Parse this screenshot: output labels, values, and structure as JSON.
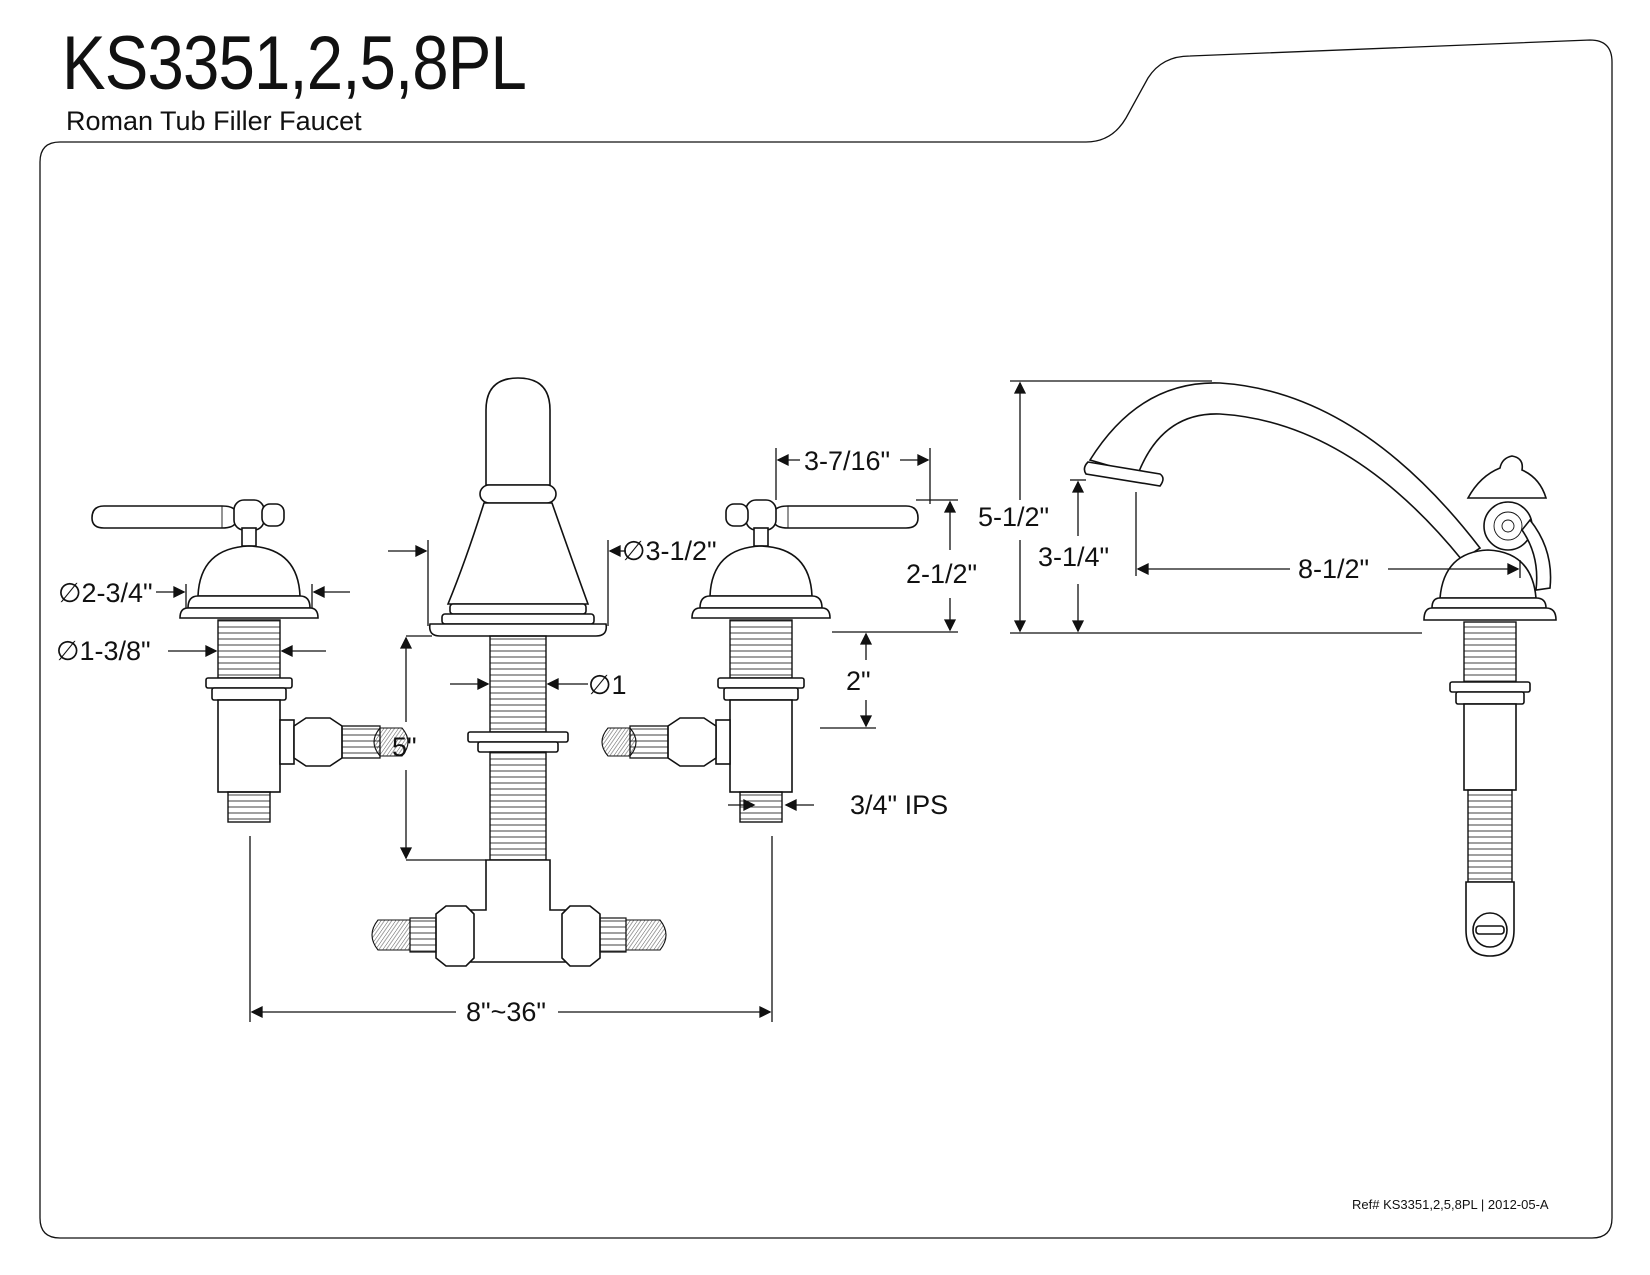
{
  "header": {
    "model": "KS3351,2,5,8PL",
    "subtitle": "Roman Tub Filler Faucet"
  },
  "dimensions": {
    "handle_base_dia": "∅2-3/4\"",
    "shank_dia": "∅1-3/8\"",
    "spout_base_dia": "∅3-1/2\"",
    "spout_shank_dia": "∅1",
    "deck_depth": "5\"",
    "spread": "8\"~36\"",
    "handle_width": "3-7/16\"",
    "handle_height": "2-1/2\"",
    "shank_length": "2\"",
    "inlet_thread": "3/4\" IPS",
    "overall_height": "5-1/2\"",
    "spout_height": "3-1/4\"",
    "spout_reach": "8-1/2\""
  },
  "footer": {
    "reference": "Ref# KS3351,2,5,8PL | 2012-05-A"
  }
}
